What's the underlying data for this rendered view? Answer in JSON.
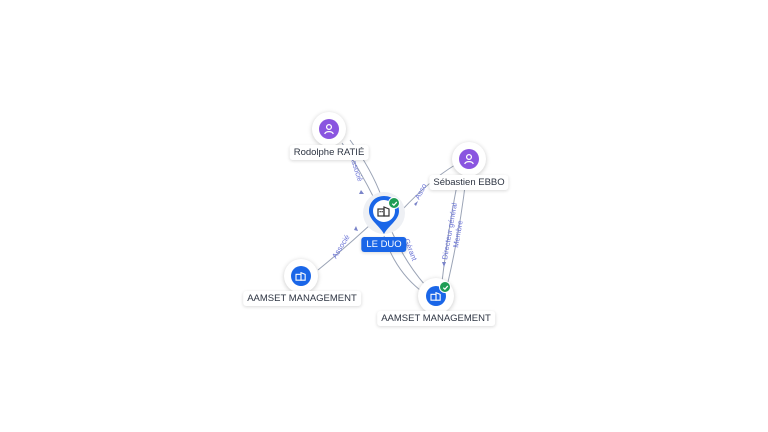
{
  "nodes": {
    "rodolphe": {
      "label": "Rodolphe RATIÉ",
      "type": "person",
      "icon": "person-icon"
    },
    "sebastien": {
      "label": "Sébastien EBBO",
      "type": "person",
      "icon": "person-icon"
    },
    "leduo": {
      "label": "LE DUO",
      "type": "company",
      "icon": "building-icon",
      "verified": true
    },
    "aamset_left": {
      "label": "AAMSET MANAGEMENT",
      "type": "company",
      "icon": "building-icon"
    },
    "aamset_right": {
      "label": "AAMSET MANAGEMENT",
      "type": "company",
      "icon": "building-icon",
      "verified": true
    }
  },
  "edges": {
    "rodolphe_leduo": "Associé",
    "sebastien_leduo": "Asso",
    "aamset_left_leduo": "Associé",
    "aamset_right_leduo": "Gérant",
    "sebastien_aamset_right_a": "Directeur général",
    "sebastien_aamset_right_b": "Membre"
  },
  "colors": {
    "person": "#8a55e0",
    "company": "#1a66e8",
    "verified": "#1f9d55",
    "edge_label": "#6b74d6"
  }
}
